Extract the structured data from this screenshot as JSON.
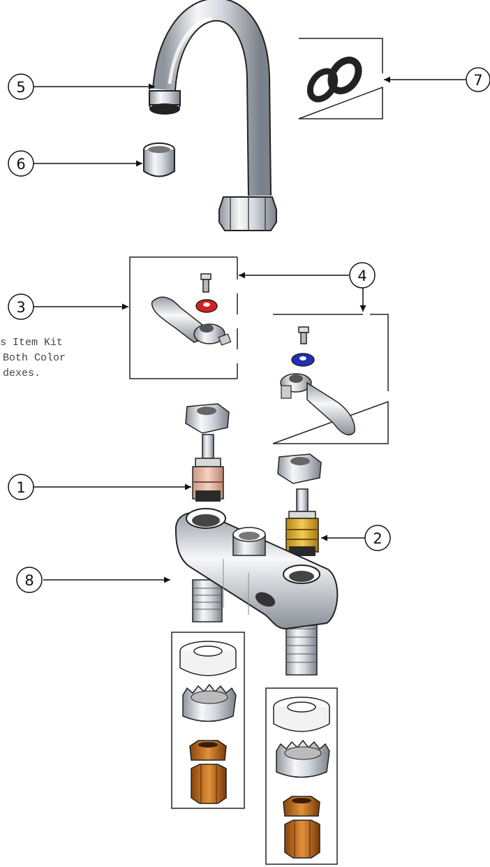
{
  "callouts": [
    {
      "id": "1",
      "label": "1"
    },
    {
      "id": "2",
      "label": "2"
    },
    {
      "id": "3",
      "label": "3"
    },
    {
      "id": "4",
      "label": "4"
    },
    {
      "id": "5",
      "label": "5"
    },
    {
      "id": "6",
      "label": "6"
    },
    {
      "id": "7",
      "label": "7"
    },
    {
      "id": "8",
      "label": "8"
    }
  ],
  "note": {
    "line1": "s Item Kit",
    "line2": "Both Color",
    "line3": "dexes."
  },
  "colors": {
    "hot_index": "#d62020",
    "cold_index": "#1e2fb8",
    "hot_cartridge": "#e9b9a4",
    "cold_cartridge": "#e0b43a",
    "brass_nut": "#c96a18",
    "chrome": "#e6e9ee"
  }
}
